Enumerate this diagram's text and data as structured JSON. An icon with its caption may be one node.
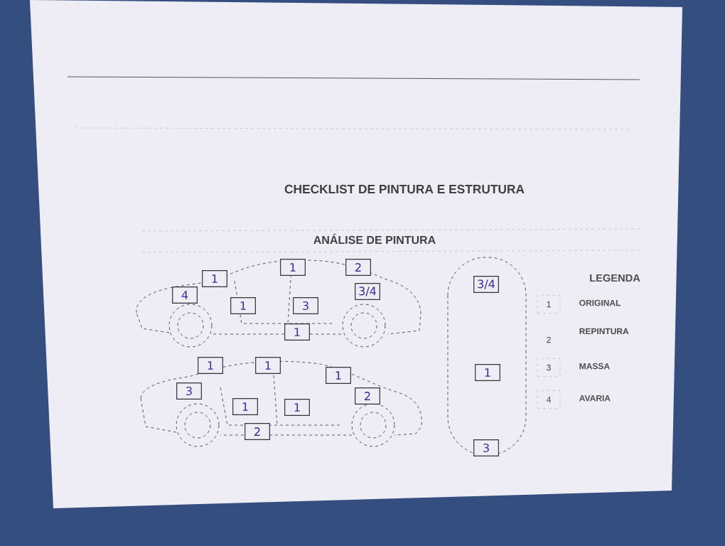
{
  "diagram": {
    "title": "CHECKLIST DE PINTURA E ESTRUTURA",
    "nodes": [
      {
        "text": [
          "1"
        ]
      },
      {
        "text": [
          "1"
        ]
      },
      {
        "text": [
          "2"
        ]
      },
      {
        "text": [
          "4"
        ]
      },
      {
        "text": [
          "1"
        ]
      },
      {
        "text": [
          "3"
        ]
      },
      {
        "text": [
          "3/4"
        ]
      },
      {
        "text": [
          "1"
        ]
      },
      {
        "text": [
          "1"
        ]
      },
      {
        "text": [
          "1"
        ]
      },
      {
        "text": [
          "1"
        ]
      },
      {
        "text": [
          "3"
        ]
      },
      {
        "text": [
          "2"
        ]
      },
      {
        "text": [
          "1"
        ]
      },
      {
        "text": [
          "1"
        ]
      },
      {
        "text": [
          "2"
        ]
      },
      {
        "text": [
          "3/4"
        ]
      },
      {
        "text": [
          "1"
        ]
      },
      {
        "text": [
          "3"
        ]
      }
    ],
    "labels": [
      "ANÁLISE DE PINTURA",
      "LEGENDA",
      "1",
      "2",
      "3",
      "4"
    ],
    "legend": [
      {
        "text": "ORIGINAL"
      },
      {
        "text": "REPINTURA"
      },
      {
        "text": "MASSA"
      },
      {
        "text": "AVARIA"
      }
    ]
  }
}
